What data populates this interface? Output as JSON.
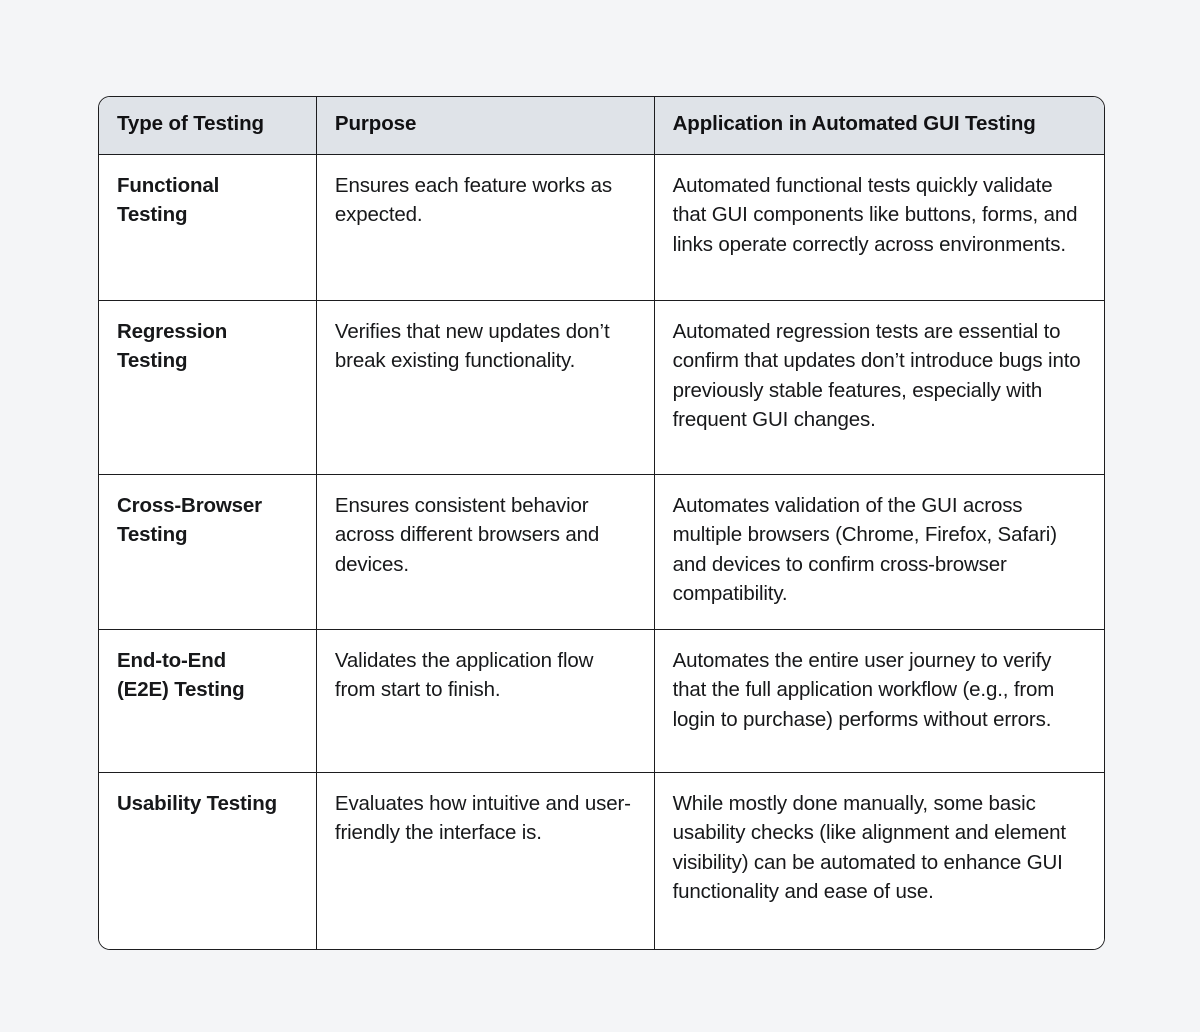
{
  "theme": {
    "page_background": "#f4f5f7",
    "table_border": "#1d1d1f",
    "header_background": "#dfe3e8",
    "header_text": "#111113",
    "body_text": "#17181a",
    "cell_background": "#ffffff"
  },
  "table": {
    "name": "types-of-testing-in-automated-gui-testing",
    "columns": [
      "Type of Testing",
      "Purpose",
      "Application in Automated GUI Testing"
    ],
    "rows": [
      {
        "type": "Functional\nTesting",
        "purpose": "Ensures each feature works as expected.",
        "application": "Automated functional tests quickly validate that GUI components like buttons, forms, and links operate correctly across environments."
      },
      {
        "type": "Regression\nTesting",
        "purpose": "Verifies that new updates don’t break existing functionality.",
        "application": "Automated regression tests are essential to confirm that updates don’t introduce bugs into previously stable features, especially with frequent GUI changes."
      },
      {
        "type": "Cross-Browser\nTesting",
        "purpose": "Ensures consistent behavior across different browsers and devices.",
        "application": "Automates validation of the GUI across multiple browsers (Chrome, Firefox, Safari) and devices to confirm cross-browser compatibility."
      },
      {
        "type": "End-to-End\n(E2E) Testing",
        "purpose": "Validates the application flow from start to finish.",
        "application": "Automates the entire user journey to verify that the full application workflow (e.g., from login to purchase) performs without errors."
      },
      {
        "type": "Usability Testing",
        "purpose": "Evaluates how intuitive and user-friendly the interface is.",
        "application": "While mostly done manually, some basic usability checks (like alignment and element visibility) can be automated to enhance GUI functionality and ease of use."
      }
    ]
  }
}
